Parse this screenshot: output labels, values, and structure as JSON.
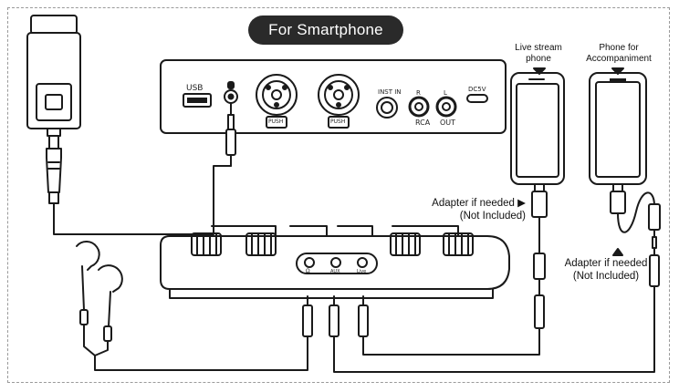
{
  "title": "For Smartphone",
  "top_device": {
    "usb_label": "USB",
    "inst_in_label": "INST IN",
    "r_label": "R",
    "l_label": "L",
    "rca_label": "RCA",
    "out_label": "OUT",
    "dc_label": "DC5V",
    "push_label": "PUSH"
  },
  "phones": {
    "live_stream": "Live stream\nphone",
    "accompaniment": "Phone for\nAccompaniment"
  },
  "adapter_left": "Adapter if needed ▶\n(Not Included)",
  "adapter_right": "Adapter if needed\n(Not Included)",
  "bottom_device": {
    "jack1": "Ω",
    "jack2": "AUX",
    "jack3": "Live"
  },
  "colors": {
    "line": "#1a1a1a",
    "pill": "#2a2a2a",
    "frame": "#9a9a9a"
  }
}
